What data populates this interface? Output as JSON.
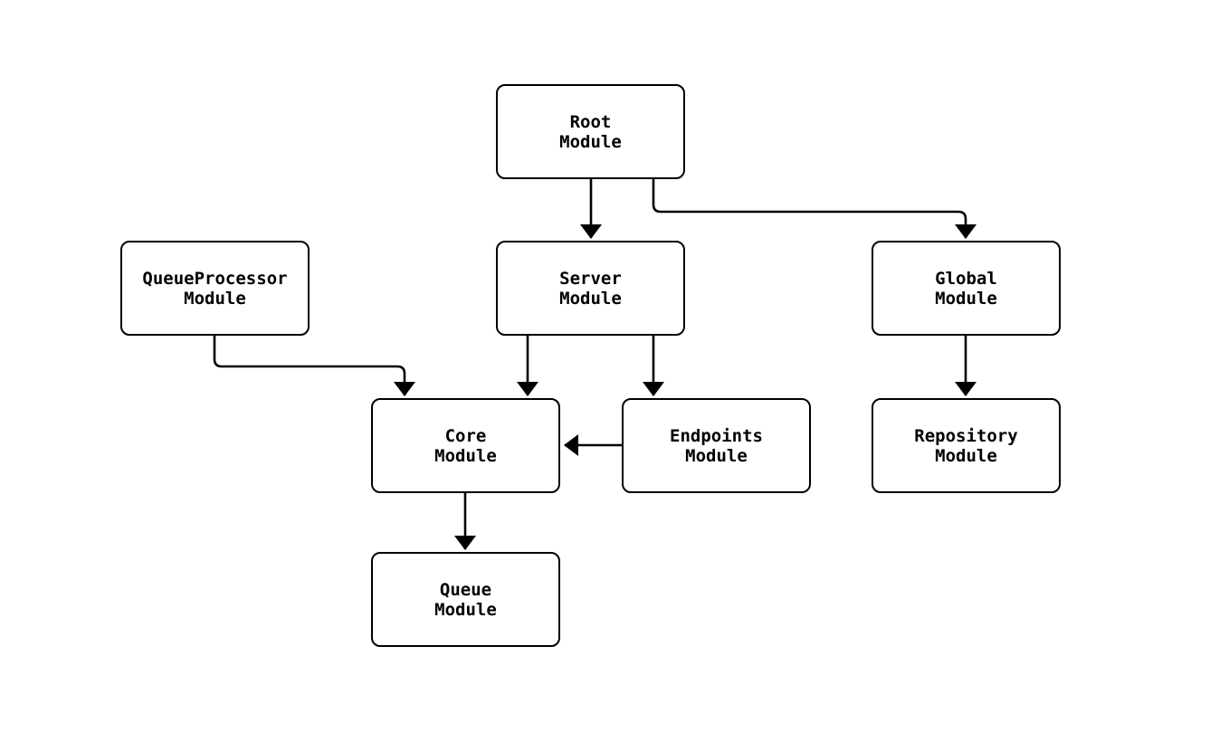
{
  "diagram": {
    "type": "dependency-graph",
    "nodes": {
      "root": {
        "line1": "Root",
        "line2": "Module"
      },
      "queueProcessor": {
        "line1": "QueueProcessor",
        "line2": "Module"
      },
      "server": {
        "line1": "Server",
        "line2": "Module"
      },
      "global": {
        "line1": "Global",
        "line2": "Module"
      },
      "core": {
        "line1": "Core",
        "line2": "Module"
      },
      "endpoints": {
        "line1": "Endpoints",
        "line2": "Module"
      },
      "repository": {
        "line1": "Repository",
        "line2": "Module"
      },
      "queue": {
        "line1": "Queue",
        "line2": "Module"
      }
    },
    "edges": [
      {
        "from": "Root Module",
        "to": "Server Module"
      },
      {
        "from": "Root Module",
        "to": "Global Module"
      },
      {
        "from": "QueueProcessor Module",
        "to": "Core Module"
      },
      {
        "from": "Server Module",
        "to": "Core Module"
      },
      {
        "from": "Server Module",
        "to": "Endpoints Module"
      },
      {
        "from": "Endpoints Module",
        "to": "Core Module"
      },
      {
        "from": "Global Module",
        "to": "Repository Module"
      },
      {
        "from": "Core Module",
        "to": "Queue Module"
      }
    ],
    "colors": {
      "line": "#000000",
      "box_border": "#000000",
      "box_fill": "#ffffff",
      "text": "#000000",
      "background": "#ffffff"
    }
  }
}
